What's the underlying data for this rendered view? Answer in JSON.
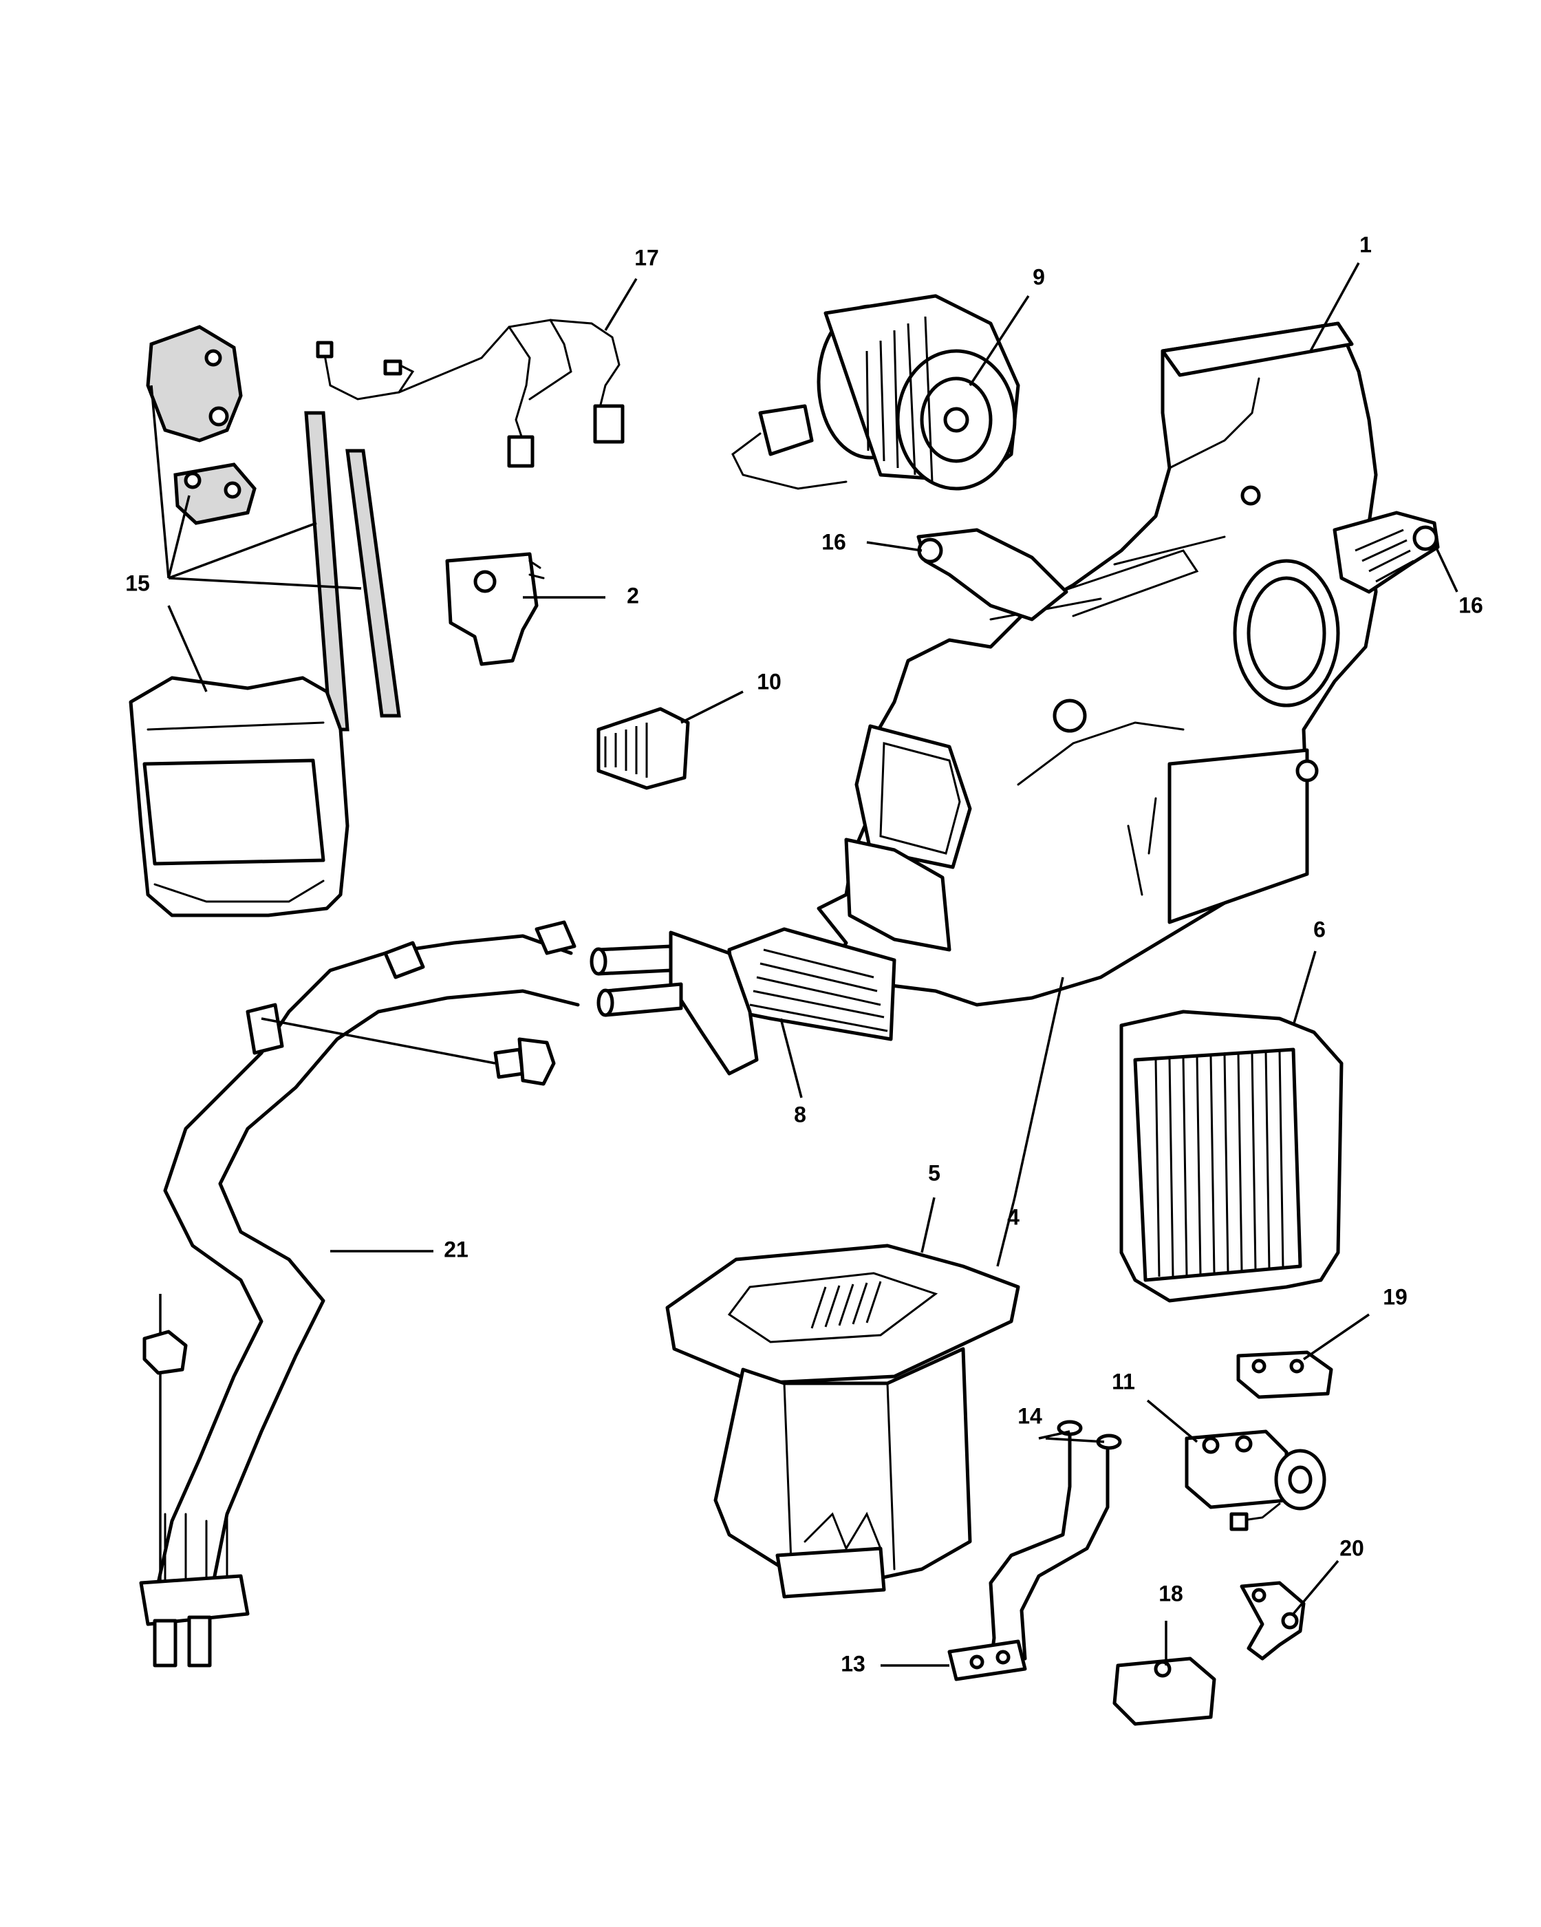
{
  "callouts": {
    "c1": "1",
    "c2": "2",
    "c4": "4",
    "c5": "5",
    "c6": "6",
    "c8": "8",
    "c9": "9",
    "c10": "10",
    "c11": "11",
    "c13": "13",
    "c14": "14",
    "c15": "15",
    "c16a": "16",
    "c16b": "16",
    "c17": "17",
    "c18": "18",
    "c19": "19",
    "c20": "20",
    "c21": "21"
  }
}
